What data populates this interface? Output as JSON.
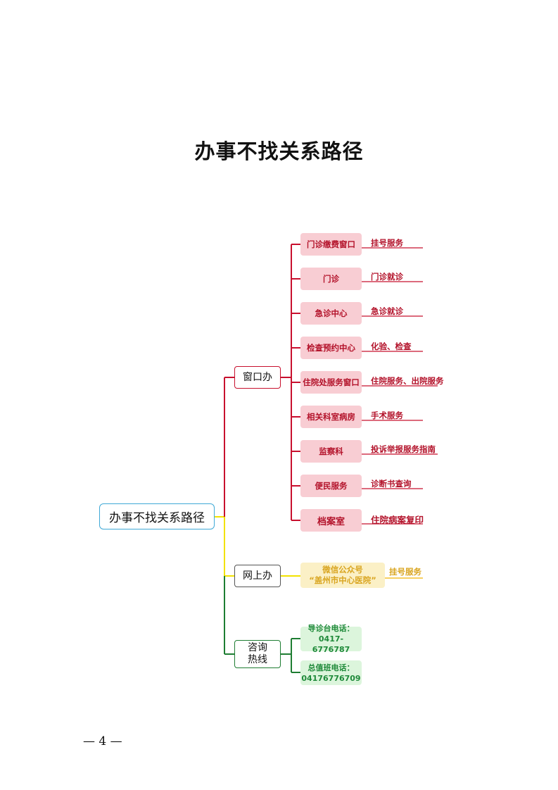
{
  "page": {
    "title": "办事不找关系路径",
    "footer_page_number": "— 4 —"
  },
  "diagram": {
    "root": "办事不找关系路径",
    "colors": {
      "root_border": "#3fa9d6",
      "window_branch": "#c8102e",
      "online_branch": "#f2e200",
      "hotline_branch": "#1e7d32",
      "window_leaf_fill": "#f8cdd3",
      "online_leaf_fill": "#fbf0c6",
      "hotline_leaf_fill": "#dcf5dc"
    },
    "branches": {
      "window": {
        "label": "窗口办",
        "items": [
          {
            "node": "门诊缴费窗口",
            "service": "挂号服务"
          },
          {
            "node": "门诊",
            "service": "门诊就诊"
          },
          {
            "node": "急诊中心",
            "service": "急诊就诊"
          },
          {
            "node": "检查预约中心",
            "service": "化验、检查"
          },
          {
            "node": "住院处服务窗口",
            "service": "住院服务、出院服务"
          },
          {
            "node": "相关科室病房",
            "service": "手术服务"
          },
          {
            "node": "监察科",
            "service": "投诉举报服务指南"
          },
          {
            "node": "便民服务",
            "service": "诊断书查询"
          },
          {
            "node": "档案室",
            "service": "住院病案复印"
          }
        ]
      },
      "online": {
        "label": "网上办",
        "node_line1": "微信公众号",
        "node_line2": "“盖州市中心医院”",
        "service": "挂号服务"
      },
      "hotline": {
        "label_line1": "咨询",
        "label_line2": "热线",
        "items": [
          {
            "line1": "导诊台电话：",
            "line2": "0417-6776787"
          },
          {
            "line1": "总值班电话：",
            "line2": "04176776709"
          }
        ]
      }
    }
  }
}
